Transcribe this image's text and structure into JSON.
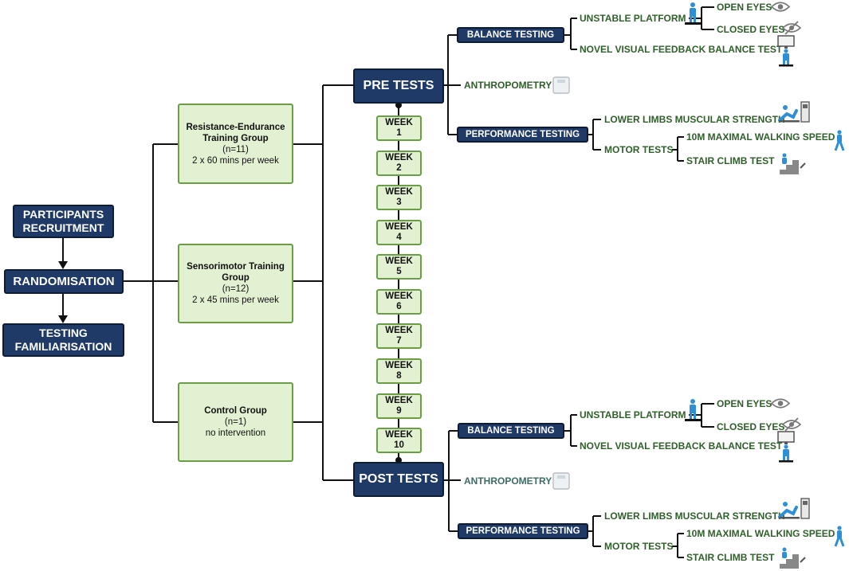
{
  "left_boxes": {
    "recruitment": "PARTICIPANTS RECRUITMENT",
    "randomisation": "RANDOMISATION",
    "familiarisation": "TESTING FAMILIARISATION"
  },
  "groups": [
    {
      "title": "Resistance-Endurance Training Group",
      "n": "(n=11)",
      "detail": "2 x 60 mins per week"
    },
    {
      "title": "Sensorimotor Training Group",
      "n": "(n=12)",
      "detail": "2 x 45 mins per week"
    },
    {
      "title": "Control Group",
      "n": "(n=1)",
      "detail": "no intervention"
    }
  ],
  "weeks": [
    {
      "label": "WEEK",
      "num": "1"
    },
    {
      "label": "WEEK",
      "num": "2"
    },
    {
      "label": "WEEK",
      "num": "3"
    },
    {
      "label": "WEEK",
      "num": "4"
    },
    {
      "label": "WEEK",
      "num": "5"
    },
    {
      "label": "WEEK",
      "num": "6"
    },
    {
      "label": "WEEK",
      "num": "7"
    },
    {
      "label": "WEEK",
      "num": "8"
    },
    {
      "label": "WEEK",
      "num": "9"
    },
    {
      "label": "WEEK",
      "num": "10"
    }
  ],
  "pre": {
    "title": "PRE TESTS",
    "balance": "BALANCE TESTING",
    "unstable": "UNSTABLE PLATFORM",
    "open_eyes": "OPEN EYES",
    "closed_eyes": "CLOSED EYES",
    "novel": "NOVEL VISUAL FEEDBACK BALANCE TEST",
    "anthropometry": "ANTHROPOMETRY",
    "performance": "PERFORMANCE TESTING",
    "lower_limbs": "LOWER LIMBS MUSCULAR STRENGTH",
    "motor": "MOTOR TESTS",
    "walking": "10M MAXIMAL WALKING SPEED",
    "stair": "STAIR CLIMB TEST"
  },
  "post": {
    "title": "POST TESTS",
    "balance": "BALANCE TESTING",
    "unstable": "UNSTABLE PLATFORM",
    "open_eyes": "OPEN EYES",
    "closed_eyes": "CLOSED EYES",
    "novel": "NOVEL VISUAL FEEDBACK BALANCE TEST",
    "anthropometry": "ANTHROPOMETRY",
    "performance": "PERFORMANCE TESTING",
    "lower_limbs": "LOWER LIMBS MUSCULAR STRENGTH",
    "motor": "MOTOR TESTS",
    "walking": "10M MAXIMAL WALKING SPEED",
    "stair": "STAIR CLIMB TEST"
  },
  "colors": {
    "navy": "#1f3a66",
    "green_fill": "#e3f1d3",
    "green_border": "#6a9e45",
    "label_green": "#2f5f2a",
    "icon_blue": "#2f8fd6"
  },
  "icons": [
    "standing-person-icon",
    "eye-icon",
    "eye-slash-icon",
    "monitor-person-icon",
    "scale-icon",
    "dynamometer-icon",
    "walking-person-icon",
    "stair-climb-icon"
  ]
}
